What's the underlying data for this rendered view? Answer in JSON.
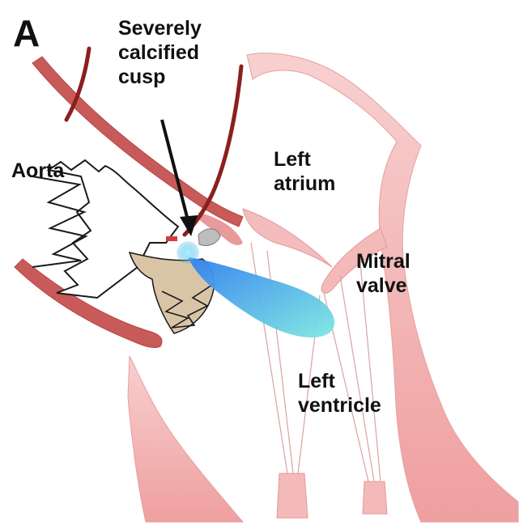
{
  "panel_label": "A",
  "labels": {
    "cusp_line1": "Severely",
    "cusp_line2": "calcified",
    "cusp_line3": "cusp",
    "aorta": "Aorta",
    "atrium_line1": "Left",
    "atrium_line2": "atrium",
    "mitral_line1": "Mitral",
    "mitral_line2": "valve",
    "ventricle_line1": "Left",
    "ventricle_line2": "ventricle"
  },
  "colors": {
    "tissue_pink": "#f2b3b3",
    "tissue_pink_light": "#f8d0d0",
    "tissue_edge": "#d98f8f",
    "artery_dark": "#8c1f1f",
    "vessel_wall": "#b54747",
    "stent_skirt": "#d8c6aa",
    "jet_start": "#2f7ff0",
    "jet_end": "#7ee8e0",
    "text": "#111111"
  }
}
